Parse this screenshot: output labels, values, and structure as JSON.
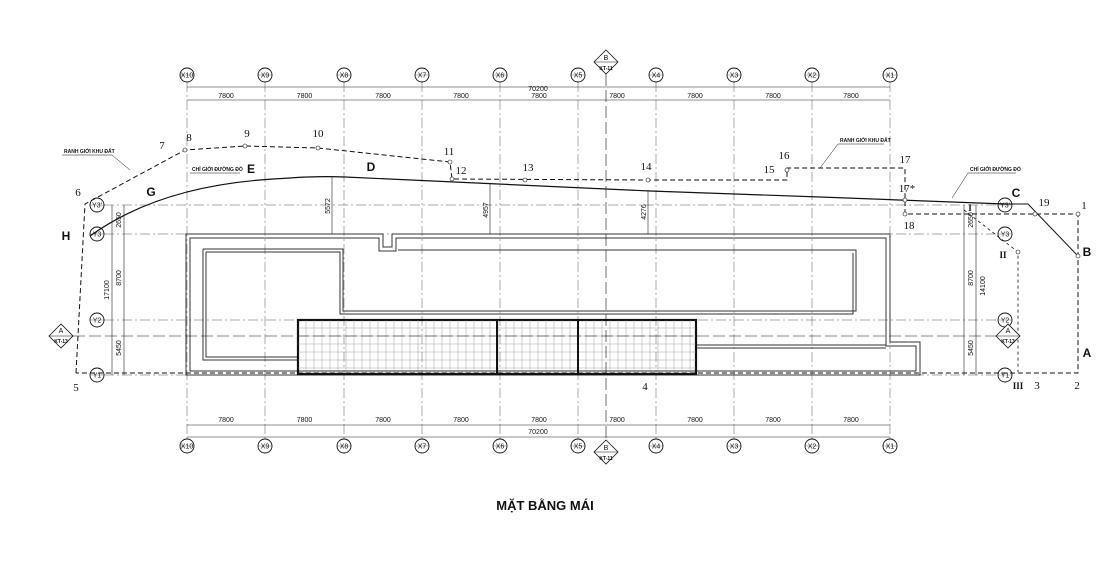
{
  "title": "MẶT BẰNG MÁI",
  "overall_dimension": "70200",
  "top_spans": [
    "7800",
    "7800",
    "7800",
    "7800",
    "7800",
    "7800",
    "7800",
    "7800",
    "7800"
  ],
  "bottom_spans": [
    "7800",
    "7800",
    "7800",
    "7800",
    "7800",
    "7800",
    "7800",
    "7800",
    "7800"
  ],
  "x_axes": [
    "X10",
    "X9",
    "X8",
    "X7",
    "X6",
    "X5",
    "X4",
    "X3",
    "X2",
    "X1"
  ],
  "y_axes": [
    "Y3'",
    "Y3",
    "Y2",
    "Y1"
  ],
  "left_dims": {
    "top": "2650",
    "mid": "8700",
    "total": "17100",
    "bottom": "5450"
  },
  "right_dims": {
    "top": "2650",
    "mid": "8700",
    "total": "14100",
    "bottom": "5450"
  },
  "section_markers": {
    "a_label": "A",
    "a_ref": "KT-13",
    "b_label": "B",
    "b_ref": "KT-11"
  },
  "setback_dims": [
    "5572",
    "4957",
    "4276"
  ],
  "boundary_notes": {
    "left": "RANH GIỚI KHU ĐẤT",
    "right": "RANH GIỚI KHU ĐẤT"
  },
  "road_notes": {
    "left": "CHỈ GIỚI ĐƯỜNG ĐỎ",
    "right": "CHỈ GIỚI ĐƯỜNG ĐỎ"
  },
  "boundary_points": [
    "1",
    "2",
    "3",
    "4",
    "5",
    "6",
    "7",
    "8",
    "9",
    "10",
    "11",
    "12",
    "13",
    "14",
    "15",
    "16",
    "17",
    "17*",
    "18",
    "19"
  ],
  "road_points": [
    "A",
    "B",
    "C",
    "D",
    "E",
    "G",
    "H"
  ],
  "roman_points": [
    "I",
    "II",
    "III"
  ]
}
